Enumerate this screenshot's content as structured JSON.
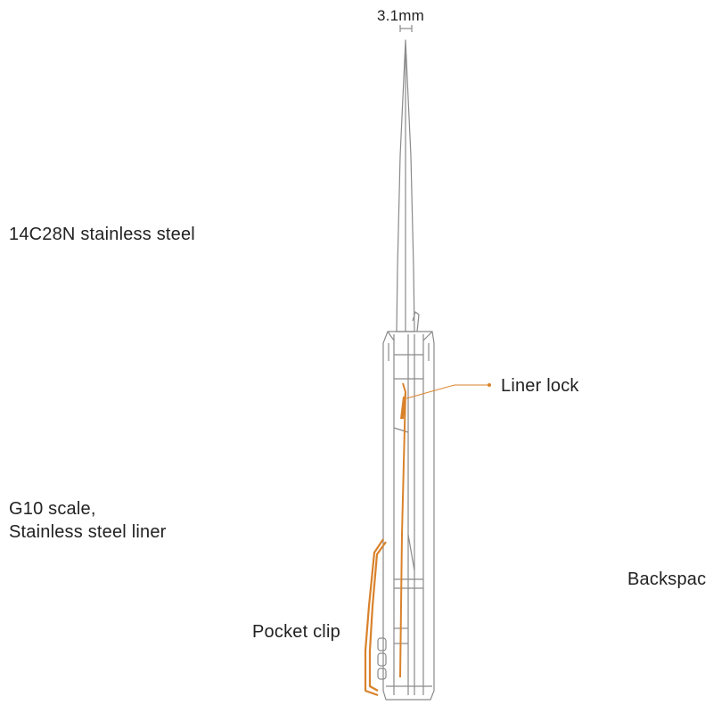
{
  "dimension": {
    "blade_thickness": "3.1mm"
  },
  "callouts": {
    "blade_steel": "14C28N stainless steel",
    "handle_line1": "G10 scale,",
    "handle_line2": "Stainless steel liner",
    "liner_lock": "Liner lock",
    "backspacer": "Backspac",
    "pocket_clip": "Pocket clip"
  },
  "colors": {
    "line_art": "#8a8a8a",
    "accent": "#d9822b",
    "text": "#222222"
  }
}
